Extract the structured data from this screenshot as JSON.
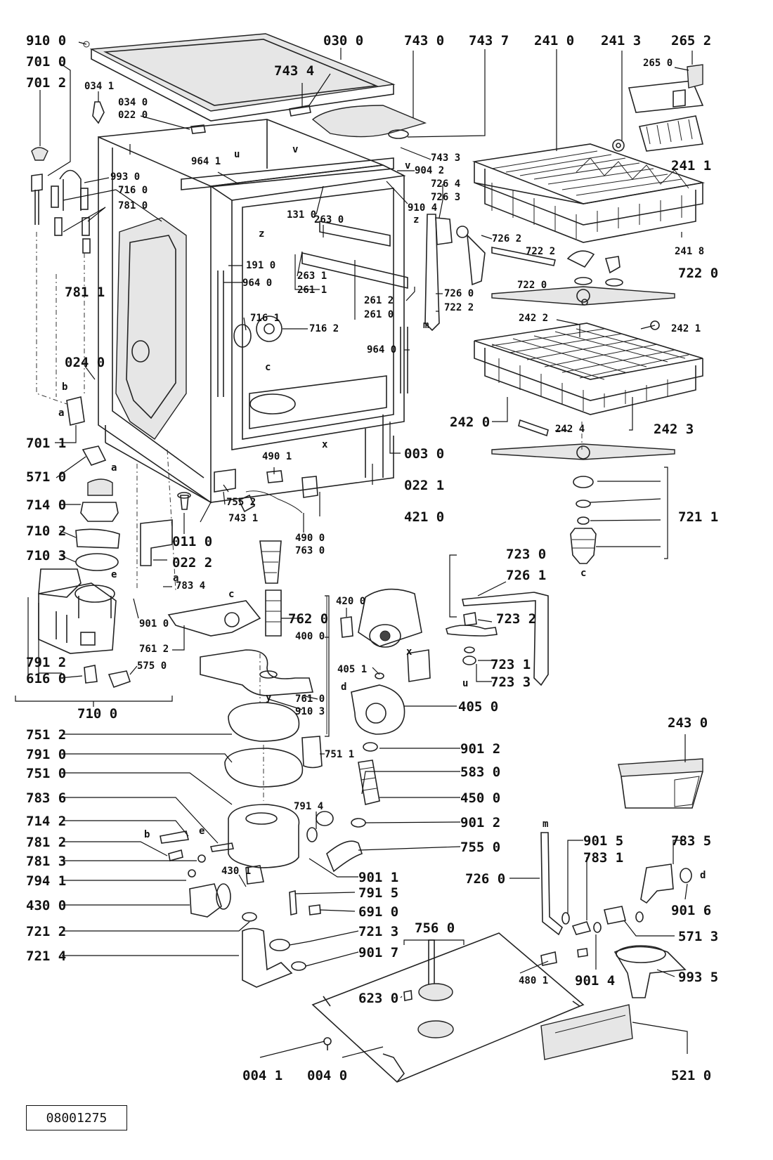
{
  "diagram": {
    "document_code": "08001275",
    "parts": [
      {
        "id": "p9100",
        "label": "910 0"
      },
      {
        "id": "p0300",
        "label": "030 0"
      },
      {
        "id": "p7430",
        "label": "743 0"
      },
      {
        "id": "p7437",
        "label": "743 7"
      },
      {
        "id": "p2410",
        "label": "241 0"
      },
      {
        "id": "p2413",
        "label": "241 3"
      },
      {
        "id": "p2652",
        "label": "265 2"
      },
      {
        "id": "p7010",
        "label": "701 0"
      },
      {
        "id": "p7012",
        "label": "701 2"
      },
      {
        "id": "p7434",
        "label": "743 4"
      },
      {
        "id": "p2650",
        "label": "265 0"
      },
      {
        "id": "p0341",
        "label": "034 1"
      },
      {
        "id": "p0340",
        "label": "034 0"
      },
      {
        "id": "p0220",
        "label": "022 0"
      },
      {
        "id": "p7433",
        "label": "743 3"
      },
      {
        "id": "p9042",
        "label": "904 2"
      },
      {
        "id": "p7264",
        "label": "726 4"
      },
      {
        "id": "p7263",
        "label": "726 3"
      },
      {
        "id": "p2411",
        "label": "241 1"
      },
      {
        "id": "p9641",
        "label": "964 1"
      },
      {
        "id": "p9930",
        "label": "993 0"
      },
      {
        "id": "p7160",
        "label": "716 0"
      },
      {
        "id": "p7810",
        "label": "781 0"
      },
      {
        "id": "p9104",
        "label": "910 4"
      },
      {
        "id": "p1310",
        "label": "131 0"
      },
      {
        "id": "p2630",
        "label": "263 0"
      },
      {
        "id": "p7262",
        "label": "726 2"
      },
      {
        "id": "p2418",
        "label": "241 8"
      },
      {
        "id": "p7222a",
        "label": "722 2"
      },
      {
        "id": "p7220",
        "label": "722 0"
      },
      {
        "id": "p7220b",
        "label": "722 0"
      },
      {
        "id": "p1910",
        "label": "191 0"
      },
      {
        "id": "p7811",
        "label": "781 1"
      },
      {
        "id": "p2631",
        "label": "263 1"
      },
      {
        "id": "p9640",
        "label": "964 0"
      },
      {
        "id": "p2611",
        "label": "261 1"
      },
      {
        "id": "p7161",
        "label": "716 1"
      },
      {
        "id": "p2612",
        "label": "261 2"
      },
      {
        "id": "p2610",
        "label": "261 0"
      },
      {
        "id": "p7260",
        "label": "726 0"
      },
      {
        "id": "p7222b",
        "label": "722 2"
      },
      {
        "id": "p2422",
        "label": "242 2"
      },
      {
        "id": "p7162",
        "label": "716 2"
      },
      {
        "id": "p2421",
        "label": "242 1"
      },
      {
        "id": "p9640b",
        "label": "964 0"
      },
      {
        "id": "p0240",
        "label": "024 0"
      },
      {
        "id": "p2420",
        "label": "242 0"
      },
      {
        "id": "p2424",
        "label": "242 4"
      },
      {
        "id": "p2423",
        "label": "242 3"
      },
      {
        "id": "p7011",
        "label": "701 1"
      },
      {
        "id": "p0030",
        "label": "003 0"
      },
      {
        "id": "p4901",
        "label": "490 1"
      },
      {
        "id": "p5710",
        "label": "571 0"
      },
      {
        "id": "p0221",
        "label": "022 1"
      },
      {
        "id": "p7140",
        "label": "714 0"
      },
      {
        "id": "p7552",
        "label": "755 2"
      },
      {
        "id": "p4210",
        "label": "421 0"
      },
      {
        "id": "p7211",
        "label": "721 1"
      },
      {
        "id": "p7102",
        "label": "710 2"
      },
      {
        "id": "p0110",
        "label": "011 0"
      },
      {
        "id": "p7431",
        "label": "743 1"
      },
      {
        "id": "p4900",
        "label": "490 0"
      },
      {
        "id": "p7630",
        "label": "763 0"
      },
      {
        "id": "p7103",
        "label": "710 3"
      },
      {
        "id": "p0222",
        "label": "022 2"
      },
      {
        "id": "p7230",
        "label": "723 0"
      },
      {
        "id": "p7261",
        "label": "726 1"
      },
      {
        "id": "p7834",
        "label": "783 4"
      },
      {
        "id": "p4200",
        "label": "420 0"
      },
      {
        "id": "p7620",
        "label": "762 0"
      },
      {
        "id": "p7232",
        "label": "723 2"
      },
      {
        "id": "p9010",
        "label": "901 0"
      },
      {
        "id": "p4000",
        "label": "400 0"
      },
      {
        "id": "p7612",
        "label": "761 2"
      },
      {
        "id": "p7231",
        "label": "723 1"
      },
      {
        "id": "p4051",
        "label": "405 1"
      },
      {
        "id": "p7233",
        "label": "723 3"
      },
      {
        "id": "p7912",
        "label": "791 2"
      },
      {
        "id": "p6160",
        "label": "616 0"
      },
      {
        "id": "p5750",
        "label": "575 0"
      },
      {
        "id": "p7610",
        "label": "761 0"
      },
      {
        "id": "p9103",
        "label": "910 3"
      },
      {
        "id": "p4050",
        "label": "405 0"
      },
      {
        "id": "p7100",
        "label": "710 0"
      },
      {
        "id": "p2430",
        "label": "243 0"
      },
      {
        "id": "p7512",
        "label": "751 2"
      },
      {
        "id": "p9012",
        "label": "901 2"
      },
      {
        "id": "p7511",
        "label": "751 1"
      },
      {
        "id": "p7910",
        "label": "791 0"
      },
      {
        "id": "p5830",
        "label": "583 0"
      },
      {
        "id": "p7510",
        "label": "751 0"
      },
      {
        "id": "p4500",
        "label": "450 0"
      },
      {
        "id": "p7836",
        "label": "783 6"
      },
      {
        "id": "p7914",
        "label": "791 4"
      },
      {
        "id": "p7142",
        "label": "714 2"
      },
      {
        "id": "p9012b",
        "label": "901 2"
      },
      {
        "id": "p7812",
        "label": "781 2"
      },
      {
        "id": "p9015",
        "label": "901 5"
      },
      {
        "id": "p7835",
        "label": "783 5"
      },
      {
        "id": "p7831",
        "label": "783 1"
      },
      {
        "id": "p7813",
        "label": "781 3"
      },
      {
        "id": "p7550",
        "label": "755 0"
      },
      {
        "id": "p4301",
        "label": "430 1"
      },
      {
        "id": "p7941",
        "label": "794 1"
      },
      {
        "id": "p9011",
        "label": "901 1"
      },
      {
        "id": "p7260b",
        "label": "726 0"
      },
      {
        "id": "p4300",
        "label": "430 0"
      },
      {
        "id": "p7915",
        "label": "791 5"
      },
      {
        "id": "p9016",
        "label": "901 6"
      },
      {
        "id": "p6910",
        "label": "691 0"
      },
      {
        "id": "p5713",
        "label": "571 3"
      },
      {
        "id": "p7212",
        "label": "721 2"
      },
      {
        "id": "p7213",
        "label": "721 3"
      },
      {
        "id": "p7560",
        "label": "756 0"
      },
      {
        "id": "p9017",
        "label": "901 7"
      },
      {
        "id": "p7214",
        "label": "721 4"
      },
      {
        "id": "p4801",
        "label": "480 1"
      },
      {
        "id": "p9014",
        "label": "901 4"
      },
      {
        "id": "p9935",
        "label": "993 5"
      },
      {
        "id": "p6230",
        "label": "623 0"
      },
      {
        "id": "p0041",
        "label": "004 1"
      },
      {
        "id": "p0040",
        "label": "004 0"
      },
      {
        "id": "p5210",
        "label": "521 0"
      }
    ],
    "letters": [
      {
        "id": "lu1",
        "label": "u"
      },
      {
        "id": "lv1",
        "label": "v"
      },
      {
        "id": "lv2",
        "label": "v"
      },
      {
        "id": "lz1",
        "label": "z"
      },
      {
        "id": "lz2",
        "label": "z"
      },
      {
        "id": "lm1",
        "label": "m"
      },
      {
        "id": "lc1",
        "label": "c"
      },
      {
        "id": "lx1",
        "label": "x"
      },
      {
        "id": "lb1",
        "label": "b"
      },
      {
        "id": "la1",
        "label": "a"
      },
      {
        "id": "la2",
        "label": "a"
      },
      {
        "id": "la3",
        "label": "a"
      },
      {
        "id": "lc2",
        "label": "c"
      },
      {
        "id": "le1",
        "label": "e"
      },
      {
        "id": "lc3",
        "label": "c"
      },
      {
        "id": "lx2",
        "label": "x"
      },
      {
        "id": "ld1",
        "label": "d"
      },
      {
        "id": "lu2",
        "label": "u"
      },
      {
        "id": "ly1",
        "label": "y"
      },
      {
        "id": "lb2",
        "label": "b"
      },
      {
        "id": "le2",
        "label": "e"
      },
      {
        "id": "lm2",
        "label": "m"
      },
      {
        "id": "ld2",
        "label": "d"
      }
    ]
  }
}
